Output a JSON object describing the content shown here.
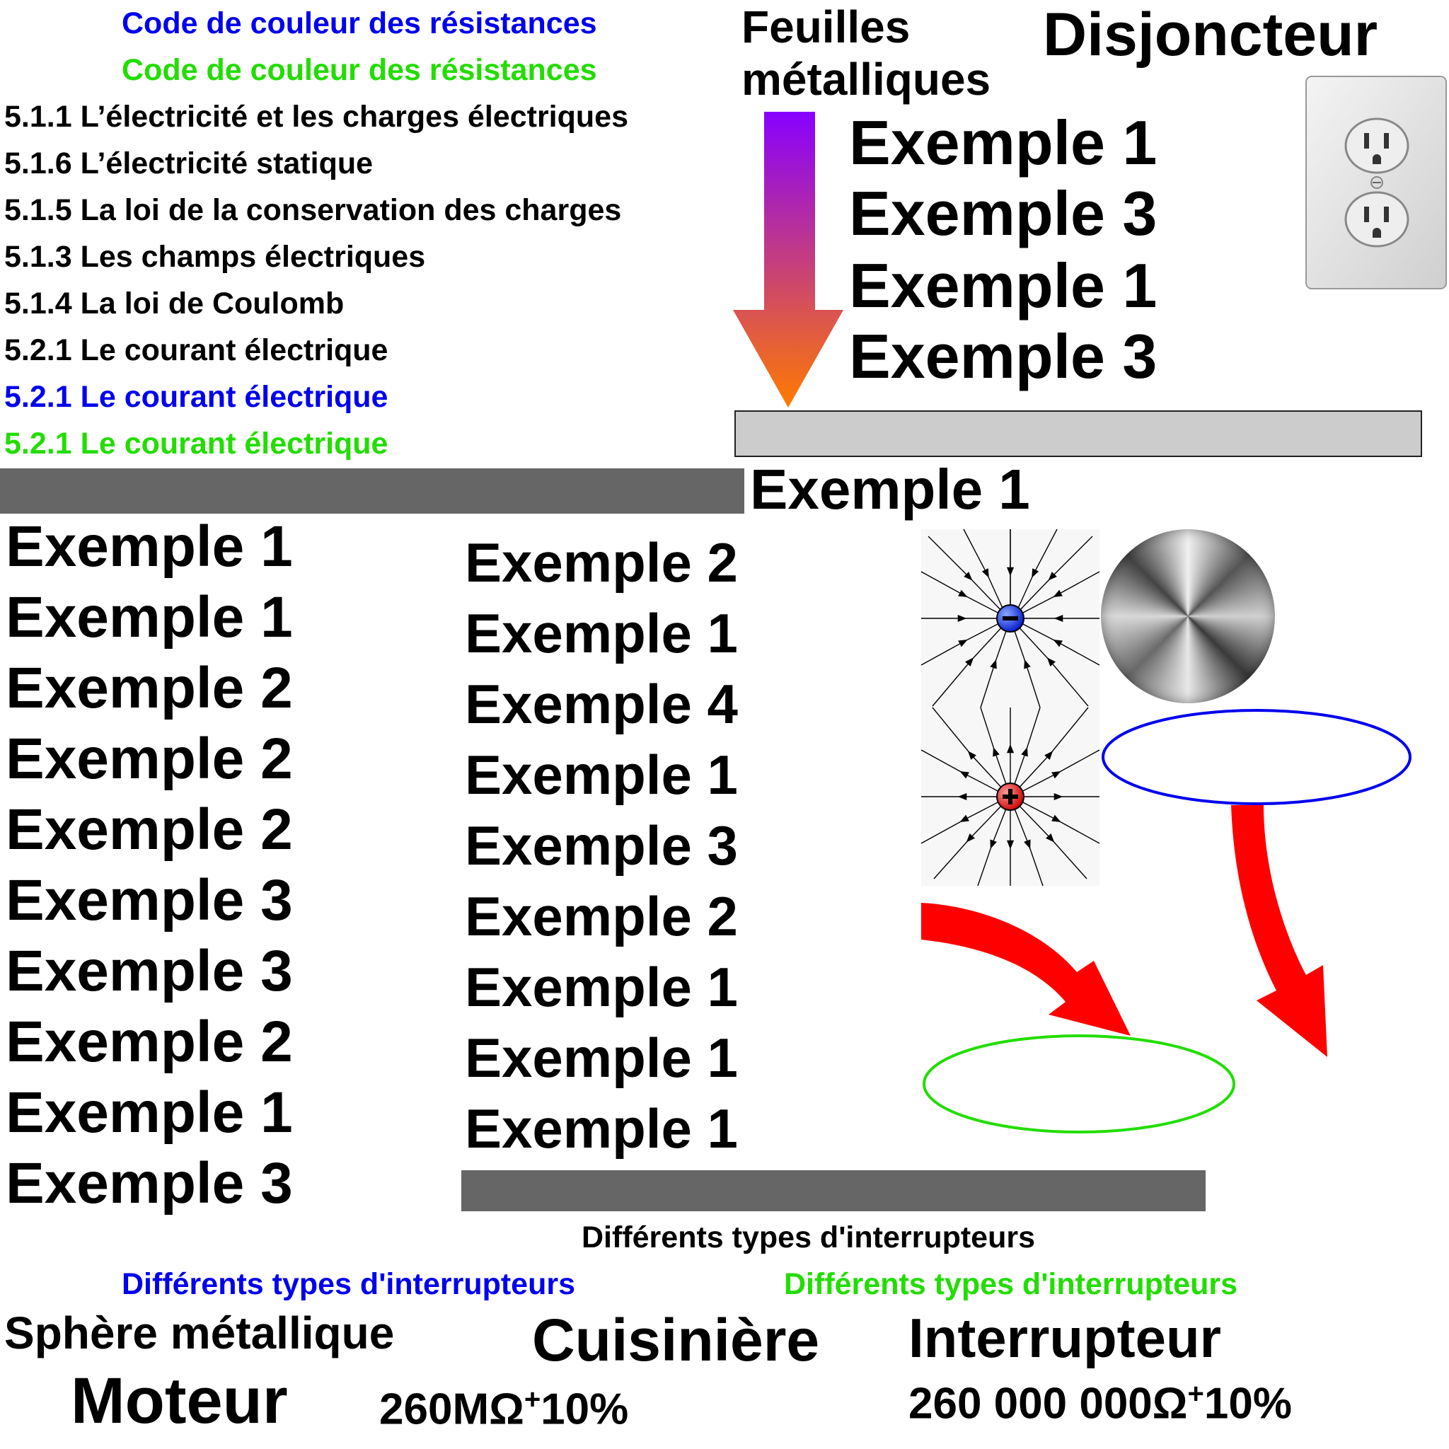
{
  "colors": {
    "blue": "#0000ee",
    "green": "#22dd00",
    "dark_bar": "#666666",
    "light_bar": "#cccccc",
    "arrow_red": "#ff0000"
  },
  "headers": {
    "resistance_blue": "Code de couleur des résistances",
    "resistance_green": "Code de couleur des résistances",
    "feuilles_line1": "Feuilles",
    "feuilles_line2": "métalliques",
    "disjoncteur": "Disjoncteur"
  },
  "lessons": [
    "5.1.1 L’électricité et les charges électriques",
    "5.1.6 L’électricité statique",
    "5.1.5 La loi de la conservation des charges",
    "5.1.3 Les champs électriques",
    "5.1.4 La loi de Coulomb",
    "5.2.1 Le courant électrique",
    "5.2.1 Le courant électrique",
    "5.2.1 Le courant électrique"
  ],
  "top_examples": [
    "Exemple 1",
    "Exemple 3",
    "Exemple 1",
    "Exemple 3"
  ],
  "mid_example": "Exemple 1",
  "left_examples": [
    "Exemple 1",
    "Exemple 1",
    "Exemple 2",
    "Exemple 2",
    "Exemple 2",
    "Exemple 3",
    "Exemple 3",
    "Exemple 2",
    "Exemple 1",
    "Exemple 3"
  ],
  "middle_examples": [
    "Exemple 2",
    "Exemple 1",
    "Exemple 4",
    "Exemple 1",
    "Exemple 3",
    "Exemple 2",
    "Exemple 1",
    "Exemple 1",
    "Exemple 1"
  ],
  "interrupteurs": {
    "black": "Différents types d'interrupteurs",
    "blue": "Différents types d'interrupteurs",
    "green": "Différents types d'interrupteurs"
  },
  "bottom": {
    "sphere": "Sphère métallique",
    "cuisiniere": "Cuisinière",
    "interrupteur": "Interrupteur",
    "moteur": "Moteur",
    "res_mega": "260MΩ",
    "res_full": "260 000 000Ω",
    "plus": "+",
    "tolerance": "10%"
  },
  "icons": {
    "outlet": "electrical-outlet-icon",
    "negative_charge": "minus-icon",
    "positive_charge": "plus-icon"
  }
}
